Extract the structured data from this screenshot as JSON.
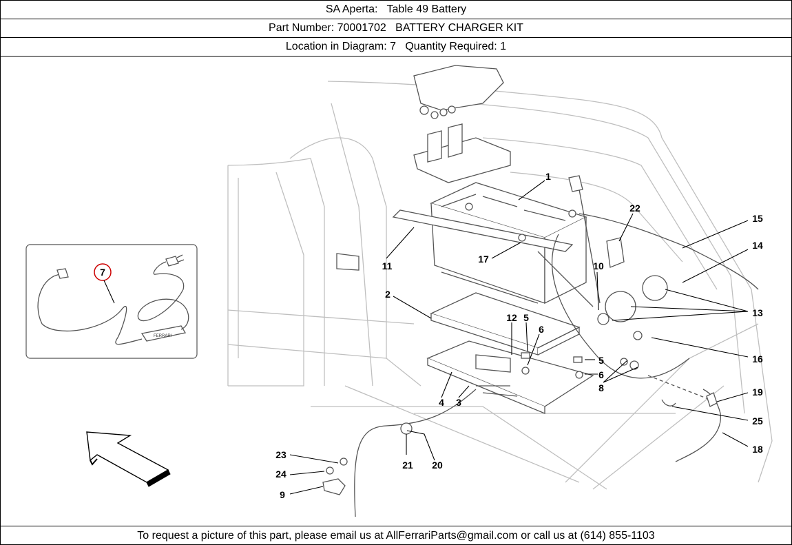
{
  "header": {
    "model_line": "SA Aperta:   Table 49 Battery",
    "part_line": "Part Number: 70001702   BATTERY CHARGER KIT",
    "location_line": "Location in Diagram: 7   Quantity Required: 1"
  },
  "footer": {
    "contact_text": "To request a picture of this part, please email us at AllFerrariParts@gmail.com or call us at (614) 855-1103"
  },
  "diagram": {
    "highlight_color": "#cc0000",
    "highlighted_callout": "7",
    "inset_label": "FERRARI",
    "callouts": {
      "c1": "1",
      "c2": "2",
      "c3": "3",
      "c4": "4",
      "c5a": "5",
      "c5b": "5",
      "c6a": "6",
      "c6b": "6",
      "c7": "7",
      "c8": "8",
      "c9": "9",
      "c10": "10",
      "c11": "11",
      "c12": "12",
      "c13": "13",
      "c14": "14",
      "c15": "15",
      "c16": "16",
      "c17": "17",
      "c18": "18",
      "c19": "19",
      "c20": "20",
      "c21": "21",
      "c22": "22",
      "c23": "23",
      "c24": "24",
      "c25": "25"
    }
  }
}
